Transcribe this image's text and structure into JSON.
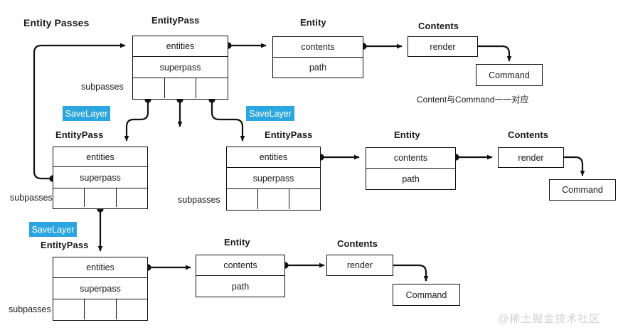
{
  "diagram": {
    "title": "Entity Passes",
    "note": "Content与Command一一对应",
    "watermark": "@稀土掘金技术社区",
    "accent_color": "#2ba6e0",
    "line_color": "#111111",
    "background": "#ffffff"
  },
  "labels": {
    "entity_pass": "EntityPass",
    "entity": "Entity",
    "contents": "Contents",
    "command": "Command",
    "save_layer": "SaveLayer",
    "subpasses": "subpasses"
  },
  "fields": {
    "entities": "entities",
    "superpass": "superpass",
    "contents": "contents",
    "path": "path",
    "render": "render"
  },
  "nodes": {
    "root_pass": {
      "title": "EntityPass",
      "rows": [
        "entities",
        "superpass"
      ],
      "subpasses_label": "subpasses",
      "subpass_cells": 3
    },
    "root_entity": {
      "title": "Entity",
      "rows": [
        "contents",
        "path"
      ]
    },
    "root_contents": {
      "title": "Contents",
      "rows": [
        "render"
      ]
    },
    "root_command": {
      "label": "Command"
    },
    "mid_left_pass": {
      "title": "EntityPass",
      "rows": [
        "entities",
        "superpass"
      ],
      "subpasses_label": "subpasses",
      "subpass_cells": 3
    },
    "mid_right_pass": {
      "title": "EntityPass",
      "rows": [
        "entities",
        "superpass"
      ],
      "subpasses_label": "subpasses",
      "subpass_cells": 3
    },
    "mid_entity": {
      "title": "Entity",
      "rows": [
        "contents",
        "path"
      ]
    },
    "mid_contents": {
      "title": "Contents",
      "rows": [
        "render"
      ]
    },
    "mid_command": {
      "label": "Command"
    },
    "bottom_pass": {
      "title": "EntityPass",
      "rows": [
        "entities",
        "superpass"
      ],
      "subpasses_label": "subpasses",
      "subpass_cells": 3
    },
    "bottom_entity": {
      "title": "Entity",
      "rows": [
        "contents",
        "path"
      ]
    },
    "bottom_contents": {
      "title": "Contents",
      "rows": [
        "render"
      ]
    },
    "bottom_command": {
      "label": "Command"
    }
  },
  "badges": {
    "b1": "SaveLayer",
    "b2": "SaveLayer",
    "b3": "SaveLayer"
  }
}
